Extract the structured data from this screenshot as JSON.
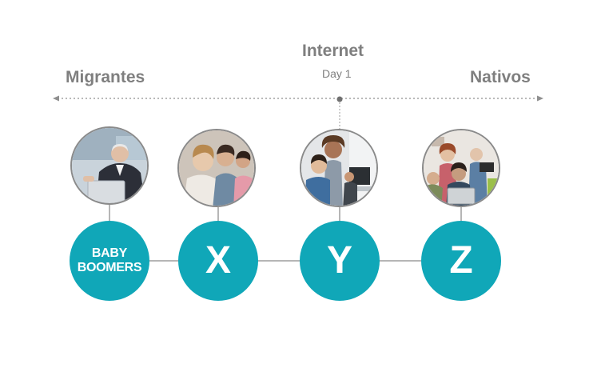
{
  "timeline": {
    "left_label": "Migrantes",
    "right_label": "Nativos",
    "marker_title": "Internet",
    "marker_subtitle": "Day 1"
  },
  "generations": [
    {
      "label": "BABY\nBOOMERS",
      "photo_icon": "businessman-laptop-photo"
    },
    {
      "label": "X",
      "photo_icon": "office-workers-photo"
    },
    {
      "label": "Y",
      "photo_icon": "young-coworkers-computer-photo"
    },
    {
      "label": "Z",
      "photo_icon": "teens-with-devices-photo"
    }
  ],
  "colors": {
    "accent": "#10a7b8",
    "text_gray": "#7f7f7f",
    "line_gray": "#9e9e9e"
  }
}
